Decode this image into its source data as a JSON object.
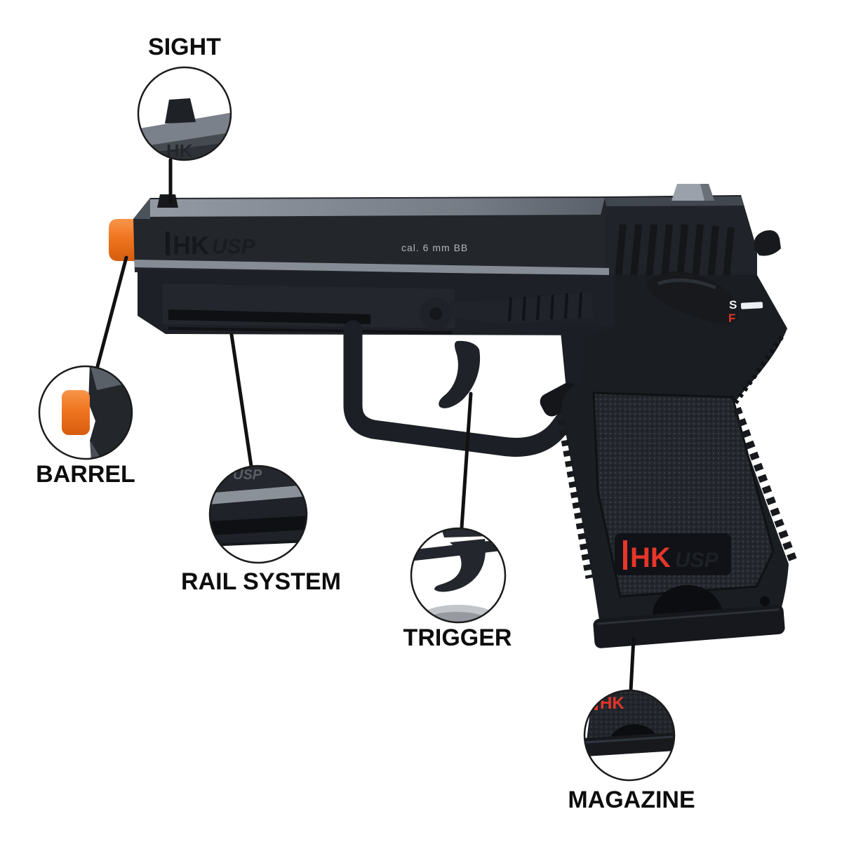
{
  "callouts": [
    {
      "id": "sight",
      "label": "SIGHT"
    },
    {
      "id": "barrel",
      "label": "BARREL"
    },
    {
      "id": "rail",
      "label": "RAIL SYSTEM"
    },
    {
      "id": "trigger",
      "label": "TRIGGER"
    },
    {
      "id": "magazine",
      "label": "MAGAZINE"
    }
  ],
  "markings": {
    "slide_logo": "HK",
    "slide_model": "USP",
    "caliber": "cal. 6 mm BB",
    "safety_safe": "S",
    "safety_fire": "F",
    "grip_logo": "HK",
    "grip_model": "USP",
    "inset_sight_logo": "HK",
    "inset_rail_model": "USP",
    "inset_magazine_logo": "HK"
  },
  "colors": {
    "background": "#ffffff",
    "label_text": "#0d0d0d",
    "callout_line": "#111111",
    "gun_black": "#1d2026",
    "slide_gray_strip": "#868c95",
    "barrel_tip_orange": "#f0751f",
    "logo_red": "#e6362a",
    "safety_s_white": "#f2f3f4",
    "safety_f_red": "#e0362b"
  }
}
